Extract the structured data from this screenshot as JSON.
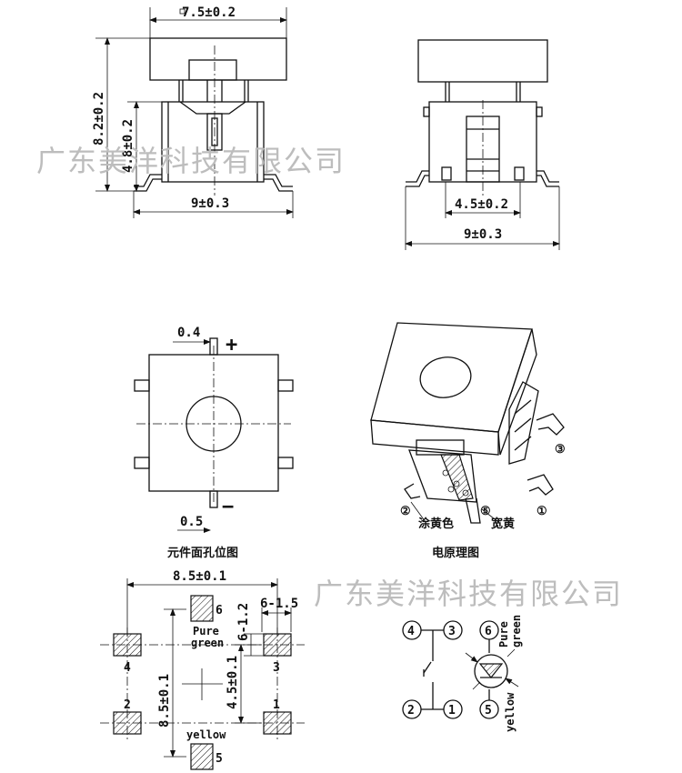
{
  "front_view": {
    "dim_width_top": "7.5±0.2",
    "dim_height_total": "8.2±0.2",
    "dim_height_body": "4.8±0.2",
    "dim_width_bottom": "9±0.3"
  },
  "side_view": {
    "dim_inner": "4.5±0.2",
    "dim_width": "9±0.3"
  },
  "top_view": {
    "dim_top_lead": "0.4",
    "dim_bottom_lead": "0.5",
    "plus_sign": "+",
    "minus_sign": "−",
    "caption": "元件面孔位图"
  },
  "iso_view": {
    "caption": "电原理图",
    "label_coating": "涂黄色",
    "label_wide_yellow": "宽黄",
    "pin_markers": [
      "①",
      "②",
      "③",
      "⑤"
    ]
  },
  "pad_layout": {
    "dim_width": "8.5±0.1",
    "dim_height": "8.5±0.1",
    "dim_inner": "4.5±0.1",
    "dim_pad_w": "6-1.5",
    "dim_pad_h": "6-1.2",
    "label_pure_green": "Pure\ngreen",
    "label_yellow": "yellow",
    "pins": [
      "1",
      "2",
      "3",
      "4",
      "5",
      "6"
    ]
  },
  "schematic": {
    "nodes": [
      "4",
      "3",
      "2",
      "1",
      "6",
      "5"
    ],
    "label_pure_green": "Pure green",
    "label_yellow": "yellow"
  },
  "watermarks": [
    "广东美洋科技有限公司",
    "广东美洋科技有限公司"
  ]
}
